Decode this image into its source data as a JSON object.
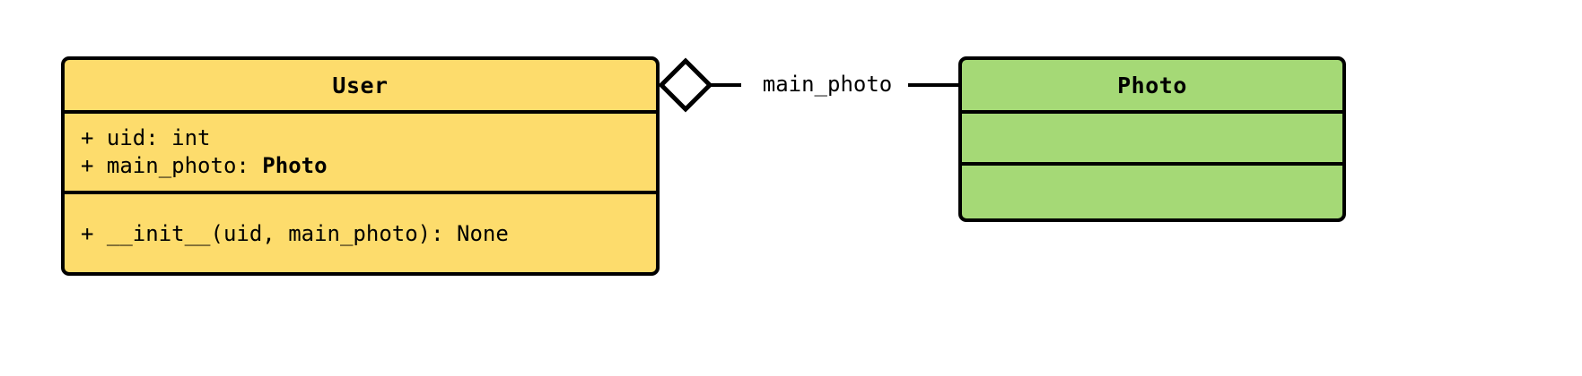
{
  "diagram": {
    "type": "uml-class-diagram",
    "background_color": "#ffffff",
    "border_color": "#000000",
    "classes": [
      {
        "name": "User",
        "fill_color": "#fddc6c",
        "attributes": [
          {
            "visibility": "+",
            "text": "+ uid: int",
            "prefix": "+ uid: int",
            "type_ref": ""
          },
          {
            "visibility": "+",
            "text": "+ main_photo: Photo",
            "prefix": "+ main_photo: ",
            "type_ref": "Photo"
          }
        ],
        "methods": [
          {
            "visibility": "+",
            "text": "+ __init__(uid, main_photo): None",
            "prefix": "+ __init__(uid, main_photo): None",
            "type_ref": ""
          }
        ]
      },
      {
        "name": "Photo",
        "fill_color": "#a5d976",
        "attributes": [],
        "methods": []
      }
    ],
    "relationship": {
      "kind": "aggregation",
      "label": "main_photo",
      "source": "User",
      "target": "Photo",
      "marker": "hollow-diamond",
      "marker_fill": "#ffffff",
      "marker_stroke": "#000000"
    }
  }
}
